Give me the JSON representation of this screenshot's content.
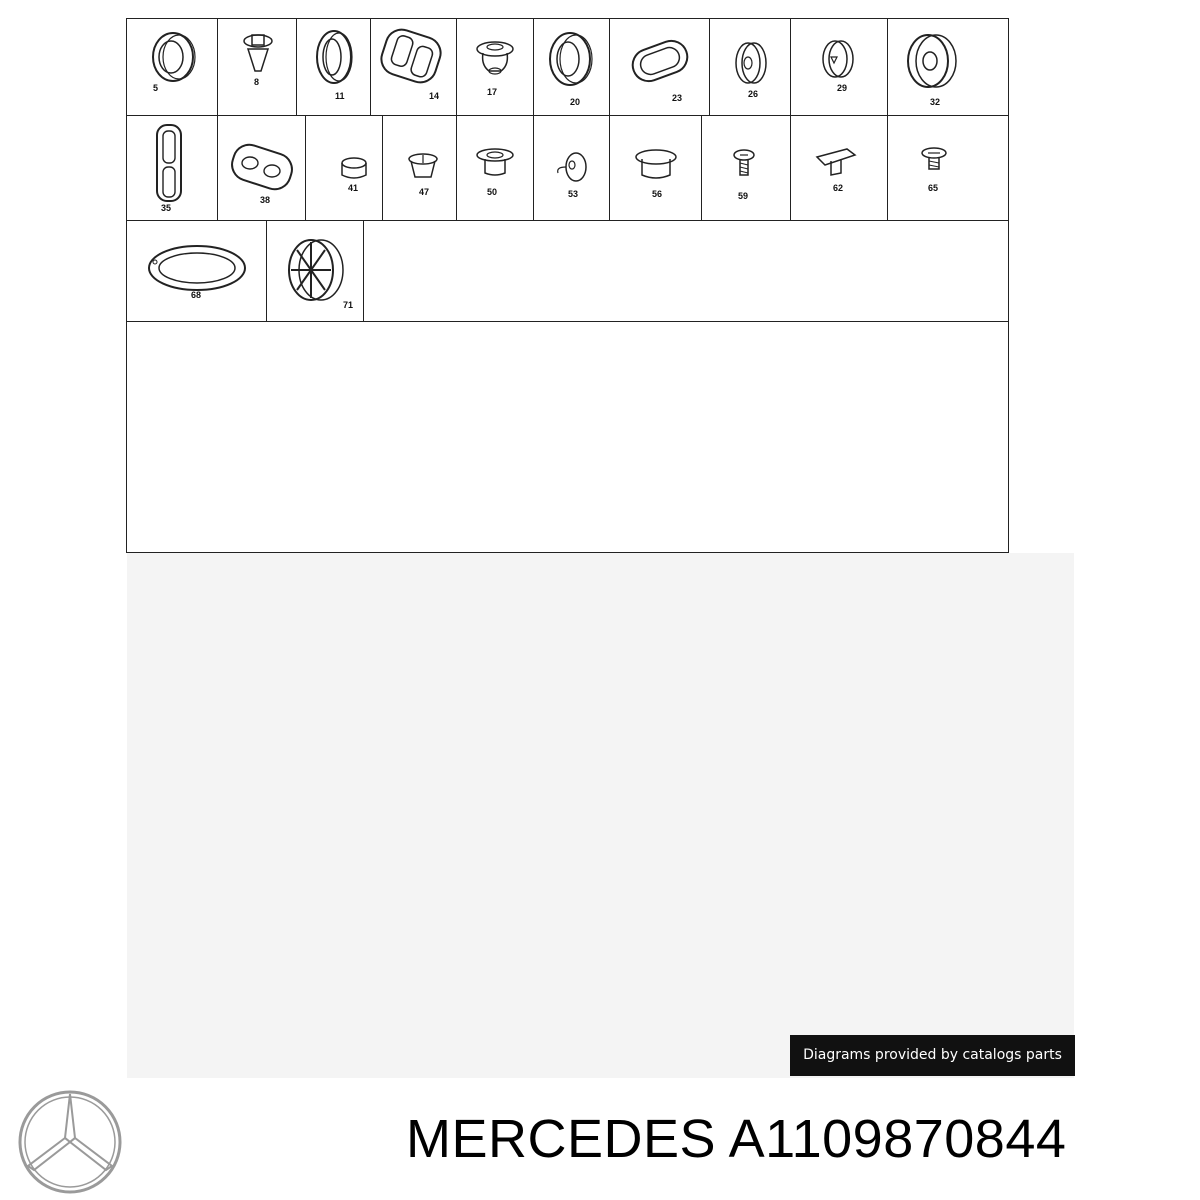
{
  "diagram": {
    "row1_callouts": [
      "5",
      "8",
      "11",
      "14",
      "17",
      "20",
      "23",
      "26",
      "29",
      "32"
    ],
    "row2_callouts": [
      "35",
      "38",
      "41",
      "47",
      "50",
      "53",
      "56",
      "59",
      "62",
      "65"
    ],
    "row3_callouts": [
      "68",
      "71"
    ]
  },
  "credit_text": "Diagrams provided by catalogs parts",
  "product_title": "MERCEDES A1109870844",
  "logo_icon": "mercedes-star-logo-icon",
  "colors": {
    "line": "#222222",
    "credit_bg": "#111111",
    "credit_text": "#ffffff",
    "logo": "#9a9a9a"
  }
}
